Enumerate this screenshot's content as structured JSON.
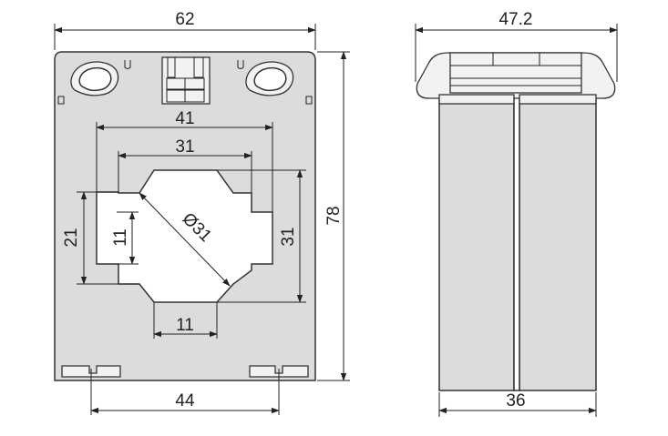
{
  "front_view": {
    "dims": {
      "overall_width": "62",
      "overall_height": "78",
      "inner_41": "41",
      "inner_31_h": "31",
      "inner_31_v": "31",
      "diameter": "Ø31",
      "slot_21": "21",
      "slot_11_v": "11",
      "slot_11_h": "11",
      "mount_44": "44"
    }
  },
  "side_view": {
    "dims": {
      "width_top": "47.2",
      "width_bottom": "36"
    }
  }
}
